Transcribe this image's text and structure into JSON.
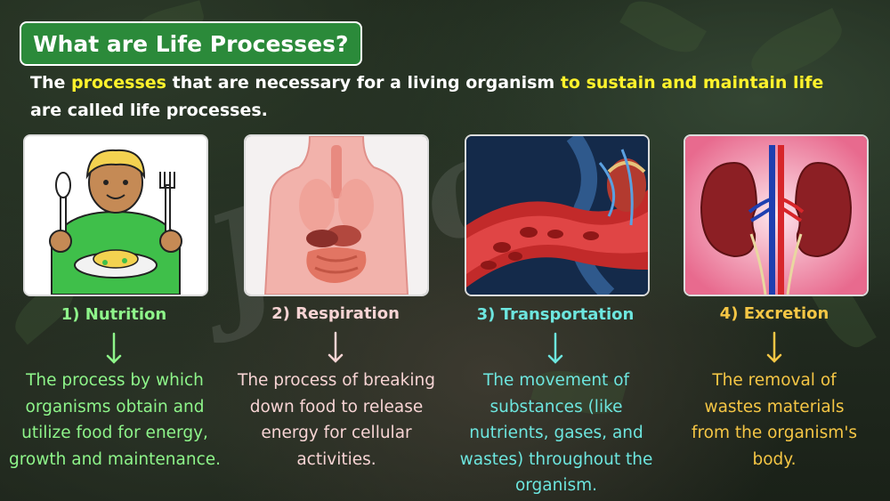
{
  "title": "What are Life Processes?",
  "intro": {
    "part1": "The ",
    "highlight1": "processes",
    "part2": " that are necessary for a living organism ",
    "highlight2": "to sustain and maintain life",
    "part3": " are called life processes."
  },
  "watermark": "Jojo",
  "colors": {
    "title_bg": "#2b8a3a",
    "highlight": "#fff22c",
    "nutrition": "#8ef58a",
    "respiration": "#f7d4d4",
    "transportation": "#6de6df",
    "excretion": "#f5c645"
  },
  "processes": [
    {
      "label": "1) Nutrition",
      "icon": "boy-eating-icon",
      "description": "The process by which organisms obtain and utilize food for energy, growth and maintenance."
    },
    {
      "label": "2) Respiration",
      "icon": "human-torso-organs-icon",
      "description": "The process of breaking down food to release energy for cellular activities."
    },
    {
      "label": "3) Transportation",
      "icon": "blood-vessel-heart-icon",
      "description": "The movement of substances (like nutrients, gases, and wastes) throughout the organism."
    },
    {
      "label": "4) Excretion",
      "icon": "kidneys-icon",
      "description": "The removal of wastes materials from the organism's body."
    }
  ]
}
